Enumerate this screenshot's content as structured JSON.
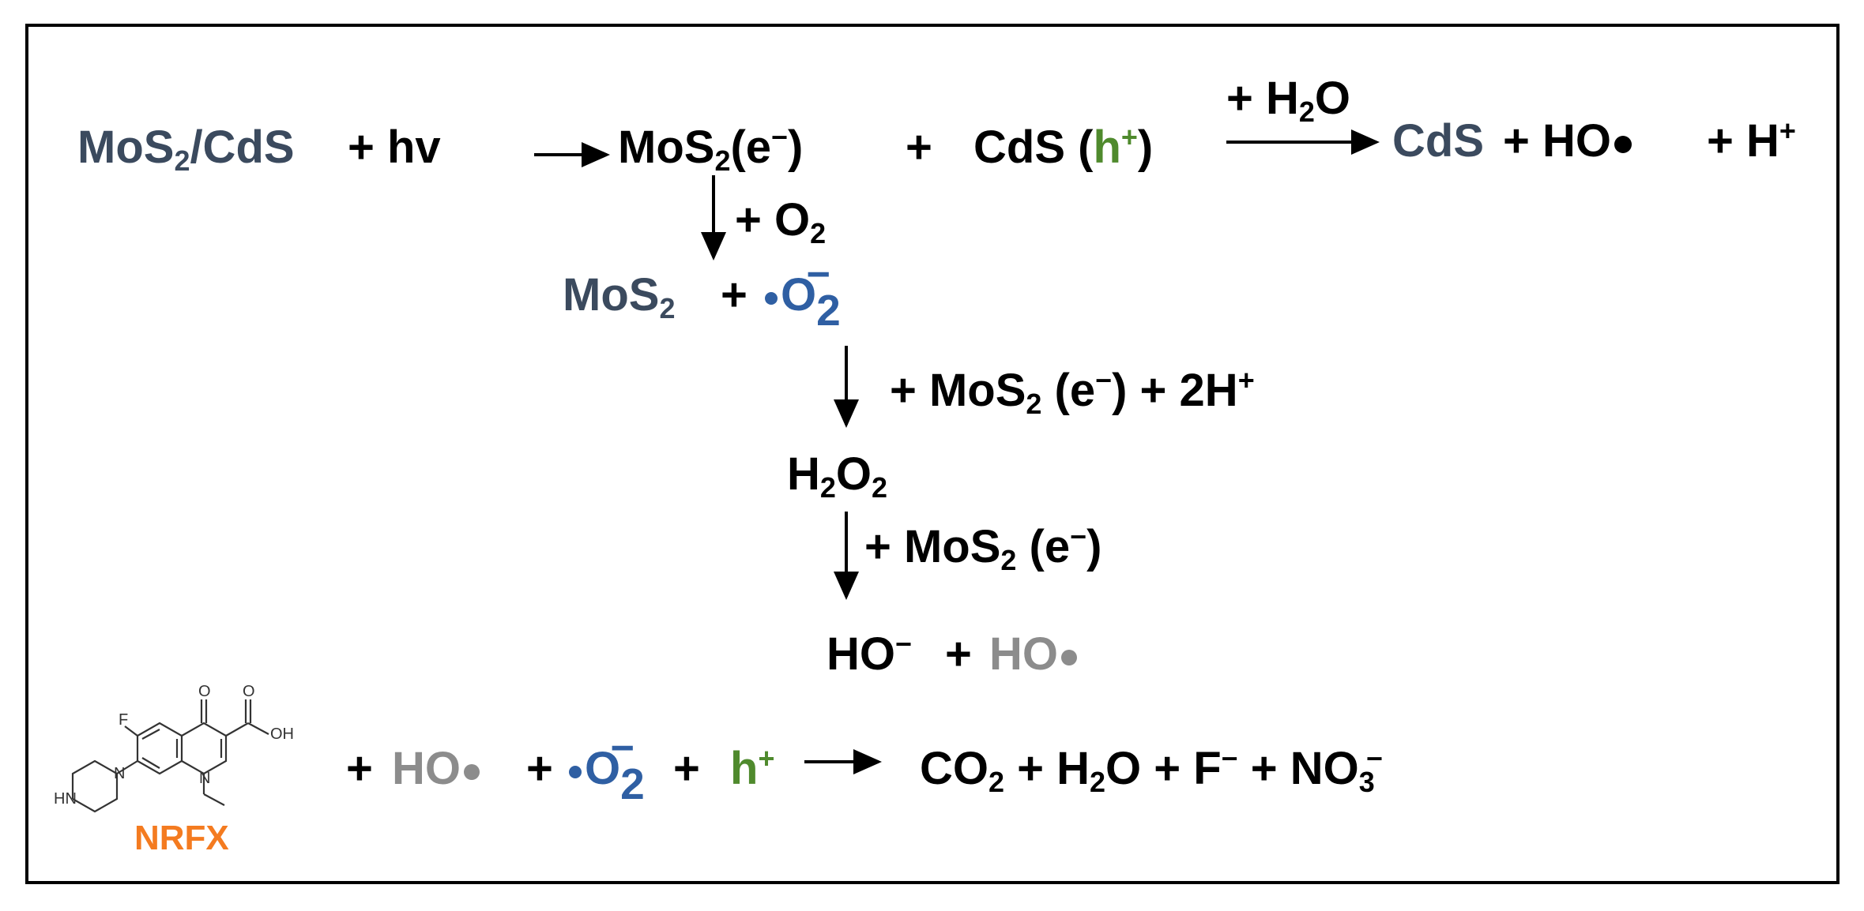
{
  "reactions": {
    "r1_reactant": "MoS",
    "r1_reactant_sub": "2",
    "r1_reactant_tail": "/CdS",
    "r1_plus_hv": "+  hv",
    "r1_prod1": "MoS",
    "r1_prod1_sub": "2",
    "r1_prod1_tail": "(e",
    "r1_prod1_sup": "−",
    "r1_prod1_close": ")",
    "r1_plus": "+",
    "r1_prod2_a": "CdS (",
    "r1_prod2_h": "h",
    "r1_prod2_sup": "+",
    "r1_prod2_close": ")",
    "r1_cond_a": "+ H",
    "r1_cond_sub": "2",
    "r1_cond_b": "O",
    "r1_out_cds": "CdS",
    "r1_out_rest": "+  HO",
    "r1_out_h": "+ H",
    "r1_out_h_sup": "+",
    "r2_cond_a": "+ O",
    "r2_cond_sub": "2",
    "r2_prod_a": "MoS",
    "r2_prod_sub": "2",
    "r2_prod_plus": "+",
    "r2_prod_o": "O",
    "r2_prod_o_sub": "2",
    "r2_prod_o_sup": "−",
    "r3_cond_a": "+ MoS",
    "r3_cond_sub": "2",
    "r3_cond_b": "(e",
    "r3_cond_sup": "−",
    "r3_cond_c": ")  +   2H",
    "r3_cond_sup2": "+",
    "r3_prod_a": "H",
    "r3_prod_sub1": "2",
    "r3_prod_b": "O",
    "r3_prod_sub2": "2",
    "r4_cond_a": "+ MoS",
    "r4_cond_sub": "2",
    "r4_cond_b": "(e",
    "r4_cond_sup": "−",
    "r4_cond_c": ")",
    "r4_prod_a": "HO",
    "r4_prod_sup": "−",
    "r4_prod_plus": "+",
    "r4_prod_ho": "HO",
    "final_plus1": "+",
    "final_ho": "HO",
    "final_plus2": "+",
    "final_o": "O",
    "final_o_sub": "2",
    "final_o_sup": "−",
    "final_plus3": "+",
    "final_h": "h",
    "final_h_sup": "+",
    "final_co": "CO",
    "final_co_sub": "2",
    "final_plus4": "+ H",
    "final_h2o_sub": "2",
    "final_o2": "O  + F",
    "final_f_sup": "−",
    "final_no": "+ NO",
    "final_no_sub": "3",
    "final_no_sup": "−"
  },
  "molecule": {
    "label": "NRFX",
    "atom_f": "F",
    "atom_o": "O",
    "atom_oh": "OH",
    "atom_n_ring": "N",
    "atom_n_pip": "N",
    "atom_hn": "HN"
  },
  "colors": {
    "slate": "#3b4a5e",
    "green": "#4f8a2d",
    "blue": "#2f5fa3",
    "gray": "#8c8c8c",
    "orange": "#f47b20"
  }
}
